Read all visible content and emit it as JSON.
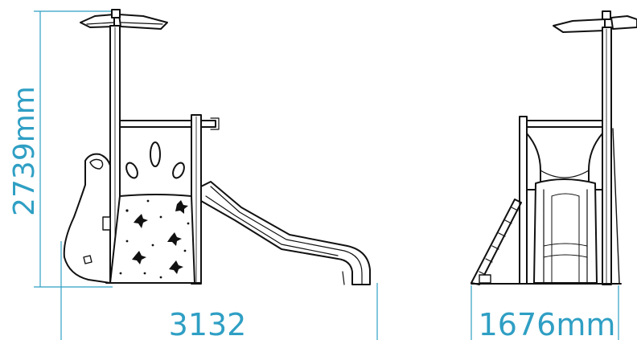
{
  "diagram": {
    "views": [
      "side-elevation",
      "end-elevation"
    ],
    "dimensions": {
      "height": "2739mm",
      "length": "3132",
      "width": "1676mm"
    },
    "colors": {
      "dimension": "#2f9fc4",
      "drawing": "#111111",
      "background": "#ffffff"
    }
  }
}
